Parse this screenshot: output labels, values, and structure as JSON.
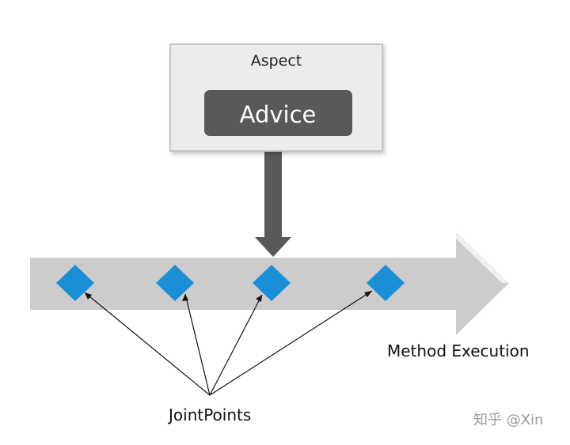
{
  "diagram": {
    "aspect_label": "Aspect",
    "advice_label": "Advice",
    "timeline_label": "Method Execution",
    "joinpoints_label": "JointPoints",
    "watermark": "知乎 @Xin"
  },
  "colors": {
    "background": "#ffffff",
    "aspect_box_fill": "#ececec",
    "aspect_box_stroke": "#b9b9b9",
    "advice_box_fill": "#595959",
    "advice_text": "#ffffff",
    "pointer_arrow": "#595959",
    "timeline_arrow": "#cccccc",
    "joinpoint_fill": "#1a8fd8",
    "connector_line": "#111111",
    "label_text": "#111111",
    "watermark_text": "#9a9a9a"
  }
}
